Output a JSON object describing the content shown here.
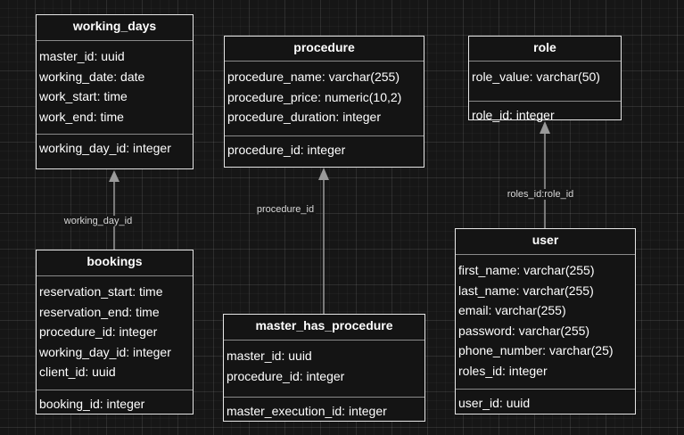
{
  "entities": {
    "working_days": {
      "title": "working_days",
      "fields": [
        "master_id: uuid",
        "working_date: date",
        "work_start: time",
        "work_end: time"
      ],
      "pk": "working_day_id: integer"
    },
    "procedure": {
      "title": "procedure",
      "fields": [
        "procedure_name: varchar(255)",
        "procedure_price: numeric(10,2)",
        "procedure_duration: integer"
      ],
      "pk": "procedure_id: integer"
    },
    "role": {
      "title": "role",
      "fields": [
        "role_value: varchar(50)"
      ],
      "pk": "role_id: integer"
    },
    "bookings": {
      "title": "bookings",
      "fields": [
        "reservation_start: time",
        "reservation_end: time",
        "procedure_id: integer",
        "working_day_id: integer",
        "client_id: uuid"
      ],
      "pk": "booking_id: integer"
    },
    "master_has_procedure": {
      "title": "master_has_procedure",
      "fields": [
        "master_id: uuid",
        "procedure_id: integer"
      ],
      "pk": "master_execution_id: integer"
    },
    "user": {
      "title": "user",
      "fields": [
        "first_name: varchar(255)",
        "last_name: varchar(255)",
        "email: varchar(255)",
        "password: varchar(255)",
        "phone_number: varchar(25)",
        "roles_id: integer"
      ],
      "pk": "user_id: uuid"
    }
  },
  "relations": [
    {
      "from": "bookings",
      "to": "working_days",
      "label": "working_day_id"
    },
    {
      "from": "master_has_procedure",
      "to": "procedure",
      "label": "procedure_id"
    },
    {
      "from": "user",
      "to": "role",
      "label": "roles_id:role_id"
    }
  ]
}
